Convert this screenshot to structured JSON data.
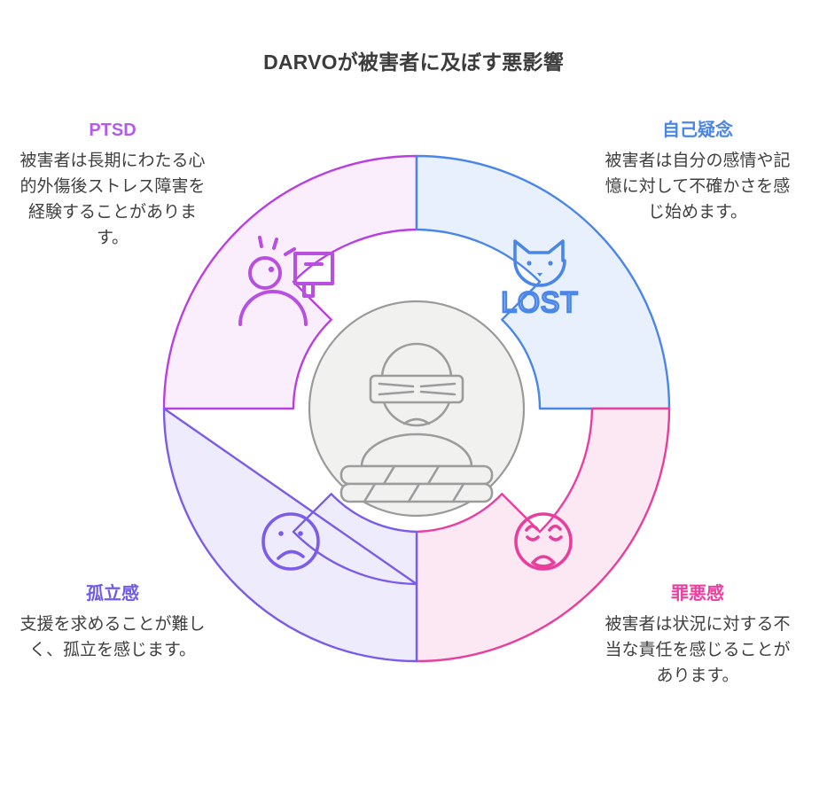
{
  "title": "DARVOが被害者に及ぼす悪影響",
  "center": {
    "icon": "blindfolded-victim-icon",
    "fill": "#f1f1f0",
    "stroke": "#9a9a9a"
  },
  "segments": [
    {
      "id": "ptsd",
      "position": "top-left",
      "heading": "PTSD",
      "body": "被害者は長期にわたる心的外傷後ストレス障害を経験することがあります。",
      "icon": "person-with-megaphone-icon",
      "stroke": "#b83fe0",
      "fill": "#faeefd",
      "heading_color": "#b45bef"
    },
    {
      "id": "self-doubt",
      "position": "top-right",
      "heading": "自己疑念",
      "body": "被害者は自分の感情や記憶に対して不確かさを感じ始めます。",
      "icon": "lost-cat-icon",
      "icon_label": "LOST",
      "stroke": "#4a86e8",
      "fill": "#e8f0fd",
      "heading_color": "#4a86e8"
    },
    {
      "id": "guilt",
      "position": "bottom-right",
      "heading": "罪悪感",
      "body": "被害者は状況に対する不当な責任を感じることがあります。",
      "icon": "distressed-face-icon",
      "stroke": "#e83e9e",
      "fill": "#fce8f3",
      "heading_color": "#ec3f9e"
    },
    {
      "id": "isolation",
      "position": "bottom-left",
      "heading": "孤立感",
      "body": "支援を求めることが難しく、孤立を感じます。",
      "icon": "sad-face-icon",
      "stroke": "#7b5ce8",
      "fill": "#eeecfc",
      "heading_color": "#6f5ce8"
    }
  ]
}
